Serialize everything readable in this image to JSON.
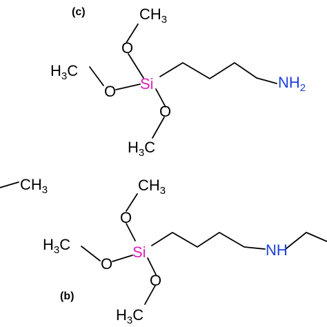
{
  "panel_c": {
    "label": "(c)",
    "atoms": {
      "ch3_top": {
        "main": "CH",
        "sub": "3"
      },
      "o_top": "O",
      "h3c_left": {
        "main": "H",
        "sub": "3",
        "tail": "C"
      },
      "o_left": "O",
      "si": "Si",
      "o_bottom": "O",
      "h3c_bottom": {
        "main": "H",
        "sub": "3",
        "tail": "C"
      },
      "nh2": {
        "main": "NH",
        "sub": "2"
      }
    }
  },
  "panel_b": {
    "label": "(b)",
    "atoms": {
      "ch3_edge": {
        "main": "CH",
        "sub": "3"
      },
      "ch3_top": {
        "main": "CH",
        "sub": "3"
      },
      "o_top": "O",
      "h3c_left": {
        "main": "H",
        "sub": "3",
        "tail": "C"
      },
      "o_left": "O",
      "si": "Si",
      "o_bottom": "O",
      "h3c_bottom": {
        "main": "H",
        "sub": "3",
        "tail": "C"
      },
      "nh": "NH"
    }
  },
  "colors": {
    "silicon": "#e020c0",
    "nitrogen": "#1a3fd8",
    "carbon_oxygen": "#000000"
  }
}
